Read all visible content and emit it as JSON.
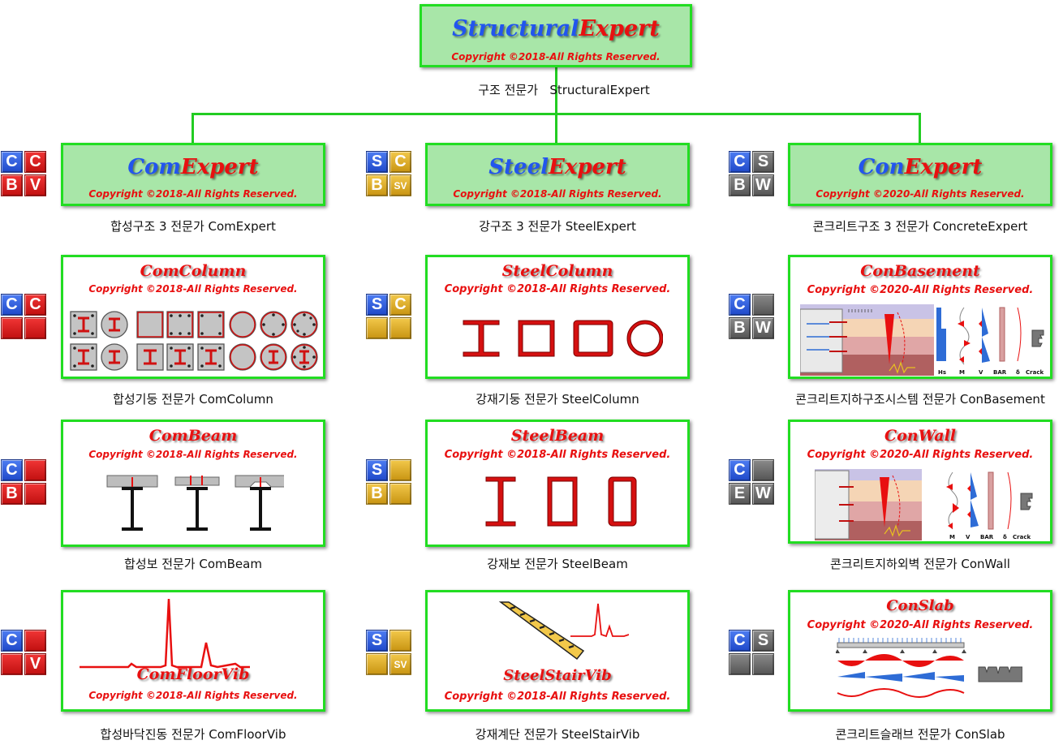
{
  "top": {
    "logo_part1": "Structural",
    "logo_part2": "Expert",
    "copyright": "Copyright ©2018-All Rights Reserved.",
    "caption_ko": "구조 전문가",
    "caption_en": "StructuralExpert"
  },
  "headers": [
    {
      "logo_part1": "Com",
      "logo_part2": "Expert",
      "copyright": "Copyright ©2018-All Rights Reserved.",
      "caption": "합성구조 3 전문가 ComExpert",
      "tiles": [
        "C",
        "C",
        "B",
        "V"
      ]
    },
    {
      "logo_part1": "Steel",
      "logo_part2": "Expert",
      "copyright": "Copyright ©2018-All Rights Reserved.",
      "caption": "강구조 3 전문가 SteelExpert",
      "tiles": [
        "S",
        "C",
        "B",
        "SV"
      ]
    },
    {
      "logo_part1": "Con",
      "logo_part2": "Expert",
      "copyright": "Copyright ©2020-All Rights Reserved.",
      "caption": "콘크리트구조 3 전문가 ConcreteExpert",
      "tiles": [
        "C",
        "S",
        "B",
        "W"
      ]
    }
  ],
  "programs": {
    "com_column": {
      "title": "ComColumn",
      "copyright": "Copyright ©2018-All Rights Reserved.",
      "caption": "합성기둥 전문가 ComColumn",
      "tiles": [
        "C",
        "C",
        "",
        ""
      ]
    },
    "steel_column": {
      "title": "SteelColumn",
      "copyright": "Copyright ©2018-All Rights Reserved.",
      "caption": "강재기둥 전문가 SteelColumn",
      "tiles": [
        "S",
        "C",
        "",
        ""
      ]
    },
    "con_basement": {
      "title": "ConBasement",
      "copyright": "Copyright ©2020-All Rights Reserved.",
      "caption": "콘크리트지하구조시스템 전문가 ConBasement",
      "tiles": [
        "C",
        "",
        "B",
        "W"
      ],
      "chart_labels": [
        "Hs",
        "M",
        "V",
        "BAR",
        "δ",
        "Crack"
      ]
    },
    "com_beam": {
      "title": "ComBeam",
      "copyright": "Copyright ©2018-All Rights Reserved.",
      "caption": "합성보 전문가 ComBeam",
      "tiles": [
        "C",
        "",
        "B",
        ""
      ]
    },
    "steel_beam": {
      "title": "SteelBeam",
      "copyright": "Copyright ©2018-All Rights Reserved.",
      "caption": "강재보 전문가 SteelBeam",
      "tiles": [
        "S",
        "",
        "B",
        ""
      ]
    },
    "con_wall": {
      "title": "ConWall",
      "copyright": "Copyright ©2020-All Rights Reserved.",
      "caption": "콘크리트지하외벽 전문가 ConWall",
      "tiles": [
        "C",
        "",
        "E",
        "W"
      ],
      "chart_labels": [
        "M",
        "V",
        "BAR",
        "δ",
        "Crack"
      ]
    },
    "com_floor_vib": {
      "title": "ComFloorVib",
      "copyright": "Copyright ©2018-All Rights Reserved.",
      "caption": "합성바닥진동 전문가 ComFloorVib",
      "tiles": [
        "C",
        "",
        "",
        "V"
      ]
    },
    "steel_stair_vib": {
      "title": "SteelStairVib",
      "copyright": "Copyright ©2018-All Rights Reserved.",
      "caption": "강재계단 전문가 SteelStairVib",
      "tiles": [
        "S",
        "",
        "",
        "SV"
      ]
    },
    "con_slab": {
      "title": "ConSlab",
      "copyright": "Copyright ©2020-All Rights Reserved.",
      "caption": "콘크리트슬래브 전문가 ConSlab",
      "tiles": [
        "C",
        "S",
        "",
        ""
      ]
    }
  },
  "colors": {
    "border": "#22dd22",
    "logo_blue": "#2255ee",
    "logo_red": "#e81010",
    "header_fill": "#a8e6a8"
  }
}
